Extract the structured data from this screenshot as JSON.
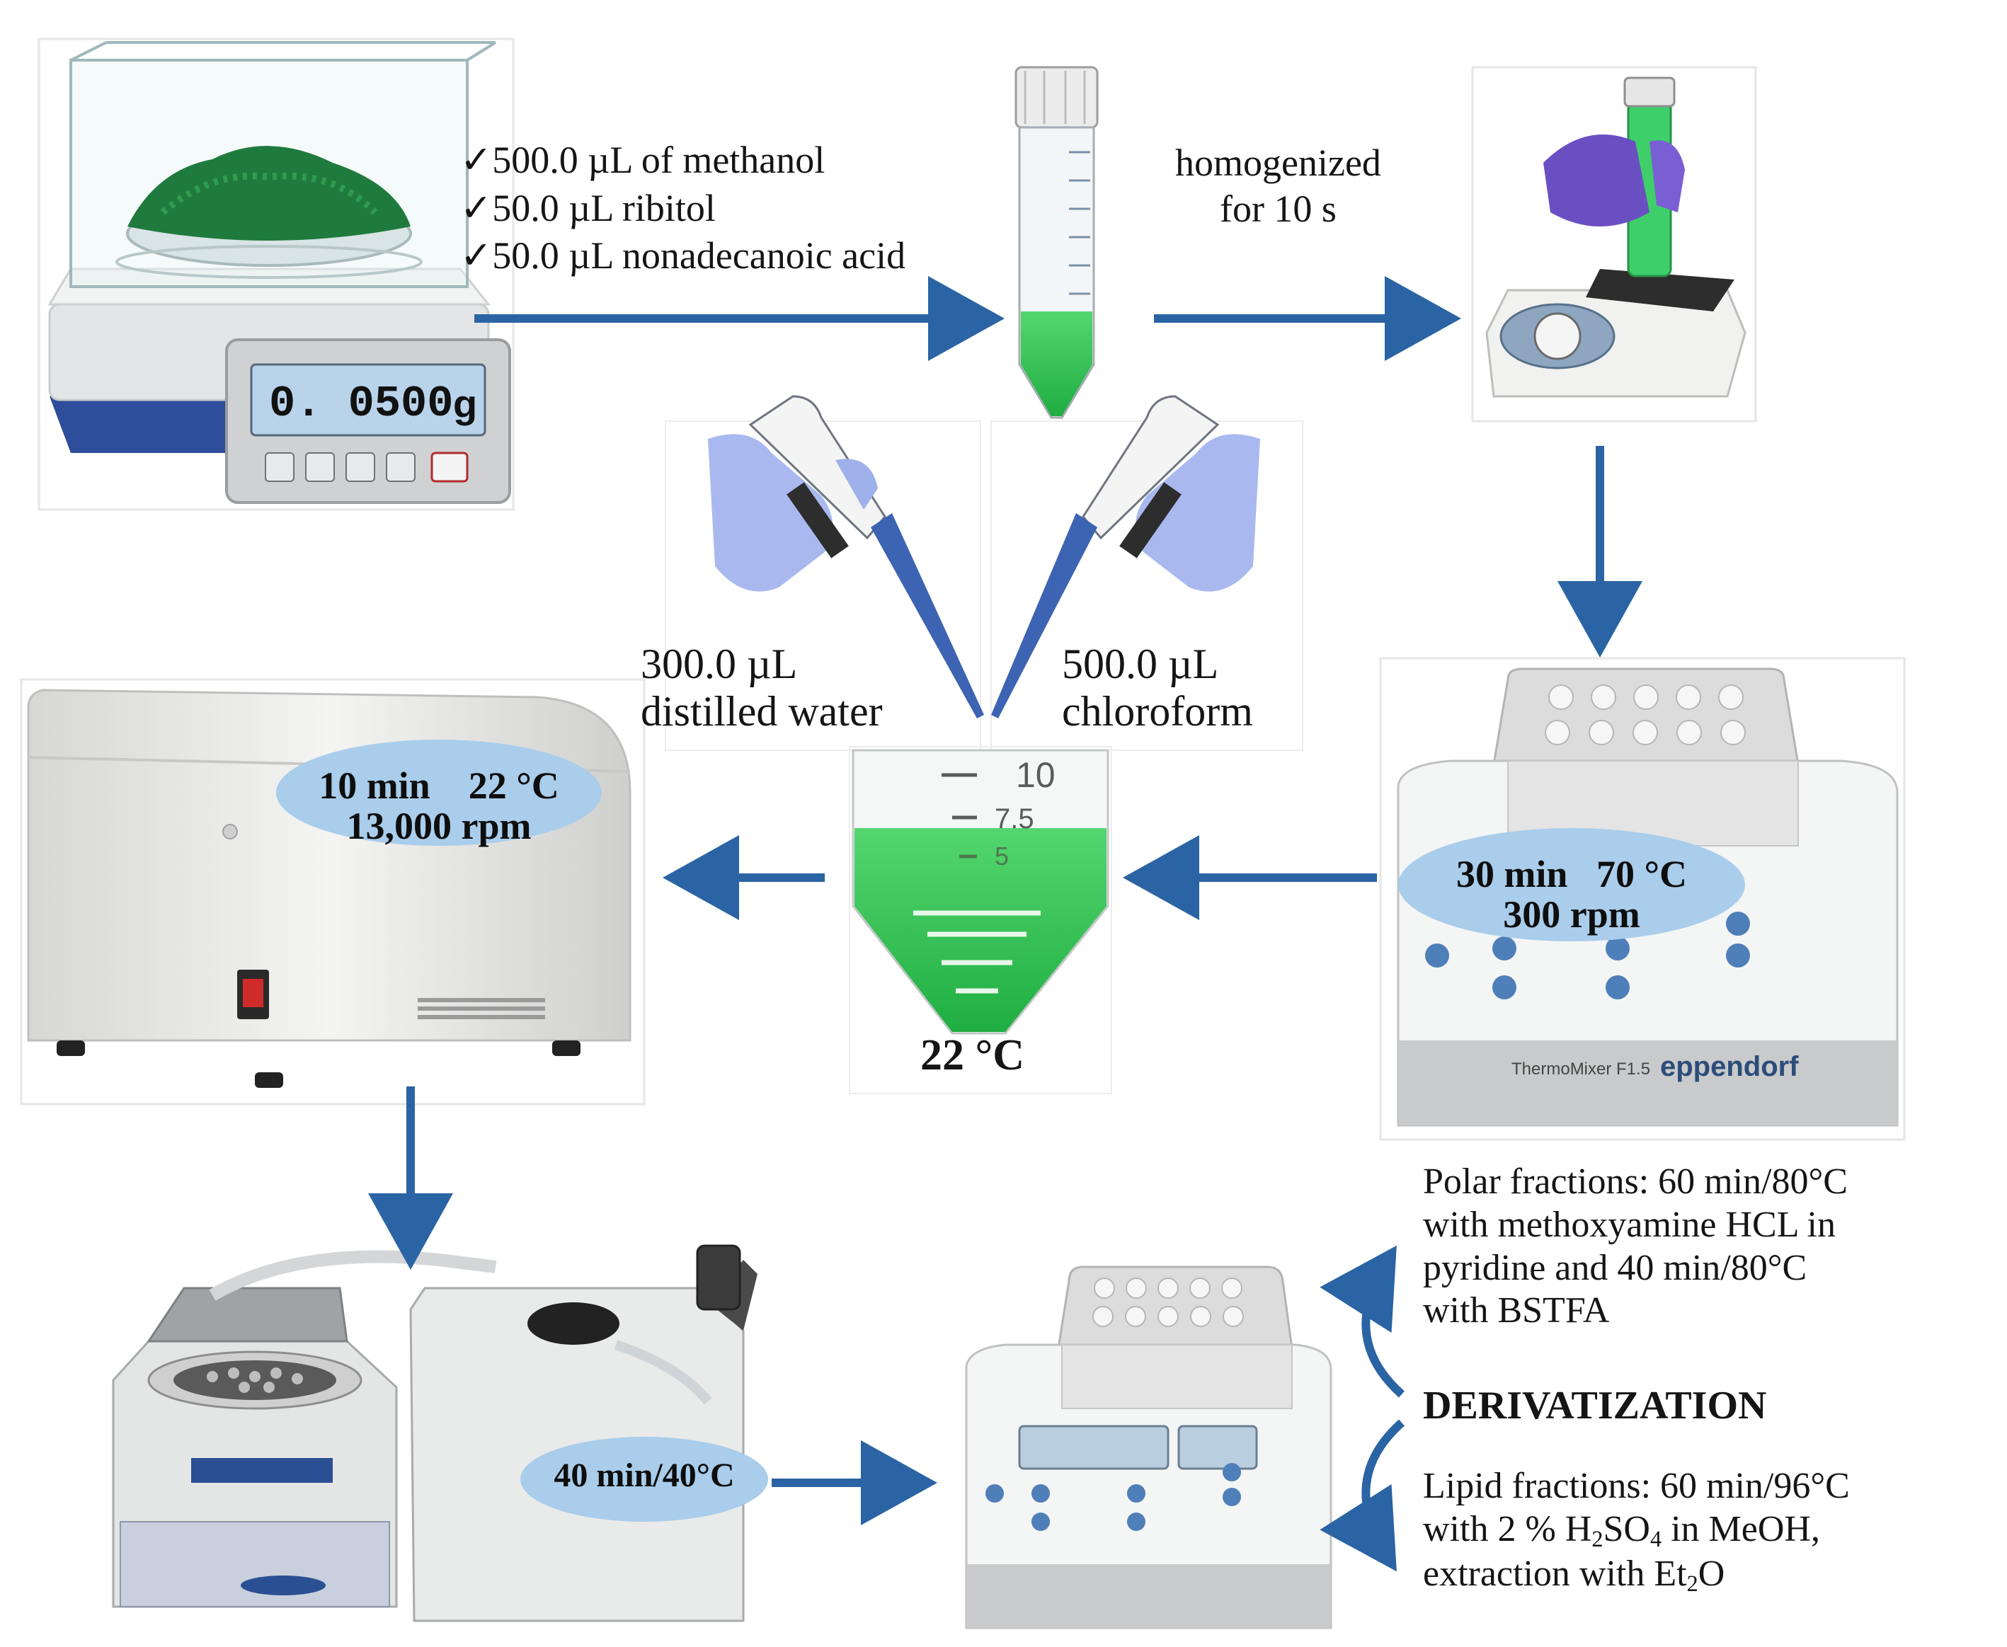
{
  "ingredients": [
    "✓500.0 µL of methanol",
    "✓50.0 µL ribitol",
    "✓50.0 µL nonadecanoic acid"
  ],
  "homogenized": [
    "homogenized",
    "for 10 s"
  ],
  "balance_display": {
    "value": "0. 0500",
    "unit": "g"
  },
  "pipette_left": [
    "300.0 µL",
    "distilled water"
  ],
  "pipette_right": [
    "500.0 µL",
    "chloroform"
  ],
  "tube_temperature": "22 °C",
  "tube_marks": [
    "10",
    "7.5",
    "5"
  ],
  "centrifuge_label": [
    "10 min    22 °C",
    "13,000 rpm"
  ],
  "thermomixer_label": [
    "30 min   70 °C",
    "300 rpm"
  ],
  "vacuum_label": "40 min/40°C",
  "derivatization": {
    "polar": [
      "Polar fractions: 60 min/80°C",
      "with methoxyamine HCL in",
      "pyridine and 40 min/80°C",
      "with BSTFA"
    ],
    "title": "DERIVATIZATION",
    "lipid_line1": "Lipid fractions: 60 min/96°C",
    "lipid_line2": {
      "a": "with 2 % H",
      "b": "2",
      "c": "SO",
      "d": "4",
      "e": " in MeOH,"
    },
    "lipid_line3": {
      "a": "extraction with Et",
      "b": "2",
      "c": "O"
    }
  },
  "device_brand": "eppendorf",
  "device_model": "ThermoMixer F1.5",
  "colors": {
    "arrow": "#2a64a4",
    "oval": "#a9cdeb",
    "green": "#2fc65a",
    "device_grey": "#e9eaeb"
  }
}
